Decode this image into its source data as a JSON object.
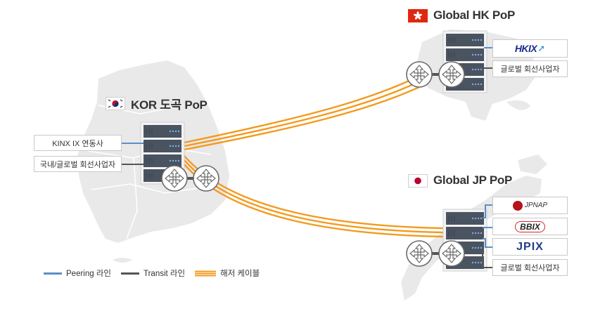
{
  "pops": {
    "kor": {
      "title": "KOR 도곡 PoP",
      "flag": "korea-flag"
    },
    "hk": {
      "title": "Global HK PoP",
      "flag": "hong-kong-flag"
    },
    "jp": {
      "title": "Global JP PoP",
      "flag": "japan-flag"
    }
  },
  "kor_tags": [
    "KINX IX 연동사",
    "국내/글로벌 회선사업자"
  ],
  "hk_tags": {
    "logo": "HKIX",
    "carrier": "글로벌 회선사업자"
  },
  "jp_tags": {
    "logos": [
      "JPNAP",
      "BBIX",
      "JPIX"
    ],
    "carrier": "글로벌 회선사업자"
  },
  "legend": {
    "peering": "Peering 라인",
    "transit": "Transit 라인",
    "cable": "해저 케이블"
  },
  "colors": {
    "peering": "#5b8fc9",
    "transit": "#555555",
    "cable": "#f39a1e",
    "map": "#e9e9e9",
    "hk_red": "#de2910",
    "jp_red": "#bc002d"
  },
  "icons": [
    "server-rack-icon",
    "router-icon"
  ]
}
